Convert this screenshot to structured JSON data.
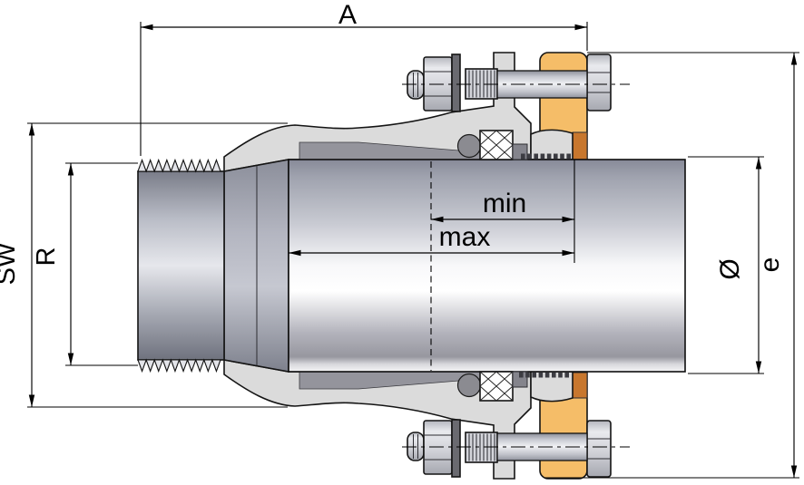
{
  "labels": {
    "a": "A",
    "sw": "SW",
    "r": "R",
    "min": "min",
    "max": "max",
    "diameter": "Ø",
    "e": "e"
  },
  "colors": {
    "background": "#ffffff",
    "line": "#000000",
    "body_gray": "#dbdbdb",
    "flange_orange": "#f5bd68",
    "flange_orange_dark": "#c8772e",
    "grip_gray": "#94949c",
    "seal_gray": "#8b8b91",
    "washer_dark": "#6a6a70"
  }
}
